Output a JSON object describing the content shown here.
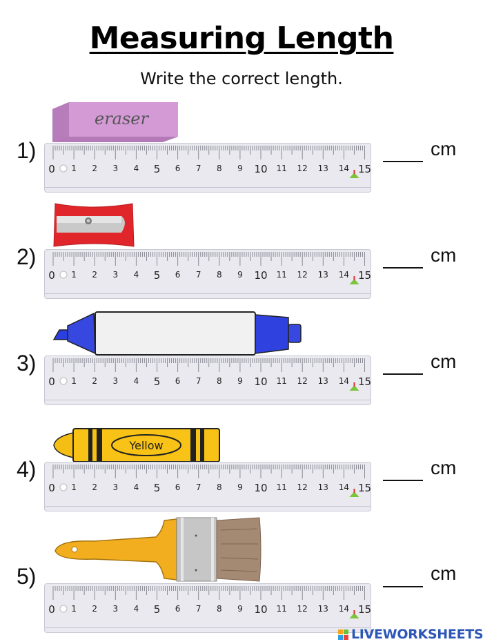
{
  "header": {
    "title": "Measuring Length",
    "subtitle": "Write the correct length."
  },
  "ruler": {
    "numbers": [
      "0",
      "1",
      "2",
      "3",
      "4",
      "5",
      "6",
      "7",
      "8",
      "9",
      "10",
      "11",
      "12",
      "13",
      "14",
      "15"
    ],
    "colors": {
      "body": "#e9e9ef",
      "border": "#c9c9d6",
      "ticks": "#8a8a95"
    }
  },
  "questions": [
    {
      "number": "1)",
      "object": "eraser",
      "object_label": "eraser",
      "answer_value": "",
      "unit": "cm"
    },
    {
      "number": "2)",
      "object": "pencil sharpener",
      "object_label": "",
      "answer_value": "",
      "unit": "cm"
    },
    {
      "number": "3)",
      "object": "marker",
      "object_label": "",
      "answer_value": "",
      "unit": "cm"
    },
    {
      "number": "4)",
      "object": "crayon",
      "object_label": "Yellow",
      "answer_value": "",
      "unit": "cm"
    },
    {
      "number": "5)",
      "object": "paint brush",
      "object_label": "",
      "answer_value": "",
      "unit": "cm"
    }
  ],
  "footer": {
    "brand": "LIVEWORKSHEETS",
    "brand_color": "#2d57b7"
  }
}
